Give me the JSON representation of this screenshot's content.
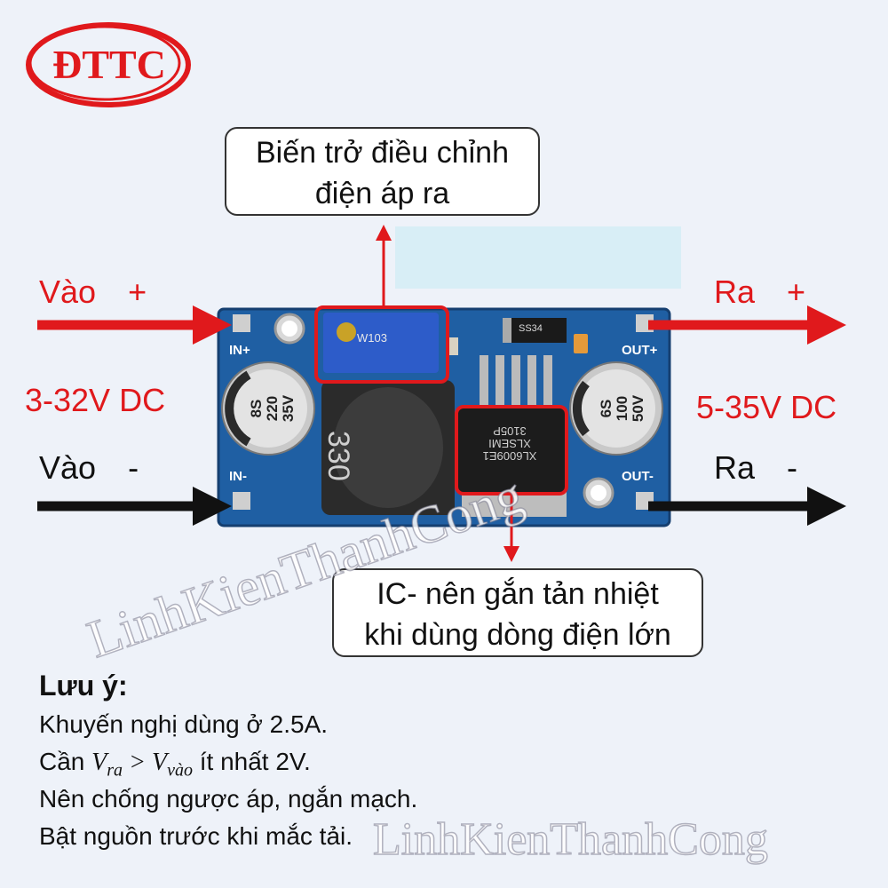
{
  "logo": {
    "text": "ĐTTC"
  },
  "callout_top": {
    "line1": "Biến trở điều chỉnh",
    "line2": "điện áp ra"
  },
  "callout_bottom": {
    "line1": "IC- nên gắn tản nhiệt",
    "line2": "khi dùng dòng điện lớn"
  },
  "input": {
    "plus_label": "Vào",
    "plus_sign": "+",
    "voltage": "3-32V DC",
    "minus_label": "Vào",
    "minus_sign": "-"
  },
  "output": {
    "plus_label": "Ra",
    "plus_sign": "+",
    "voltage": "5-35V DC",
    "minus_label": "Ra",
    "minus_sign": "-"
  },
  "board": {
    "pin_in_plus": "IN+",
    "pin_in_minus": "IN-",
    "pin_out_plus": "OUT+",
    "pin_out_minus": "OUT-",
    "cap_left": [
      "8S",
      "220",
      "35V"
    ],
    "inductor": "330",
    "cap_right": [
      "6S",
      "100",
      "50V"
    ],
    "pot_label": "W103",
    "diode_label": "SS34",
    "ic_line1": "XL6009E1",
    "ic_line2": "XLSEMI",
    "ic_line3": "3105P"
  },
  "notes": {
    "title": "Lưu ý:",
    "line1": "Khuyến nghị dùng ở 2.5A.",
    "line2_prefix": "Cần ",
    "v_ra_sub": "ra",
    "v_vao_sub": "vào",
    "line2_suffix": " ít nhất 2V.",
    "line3": "Nên chống ngược áp, ngắn mạch.",
    "line4": "Bật nguồn trước khi mắc tải."
  },
  "watermark": {
    "text": "LinhKienThanhCong"
  },
  "colors": {
    "accent_red": "#e0191c",
    "board_blue": "#1f5fa3",
    "background": "#eef2f9"
  }
}
